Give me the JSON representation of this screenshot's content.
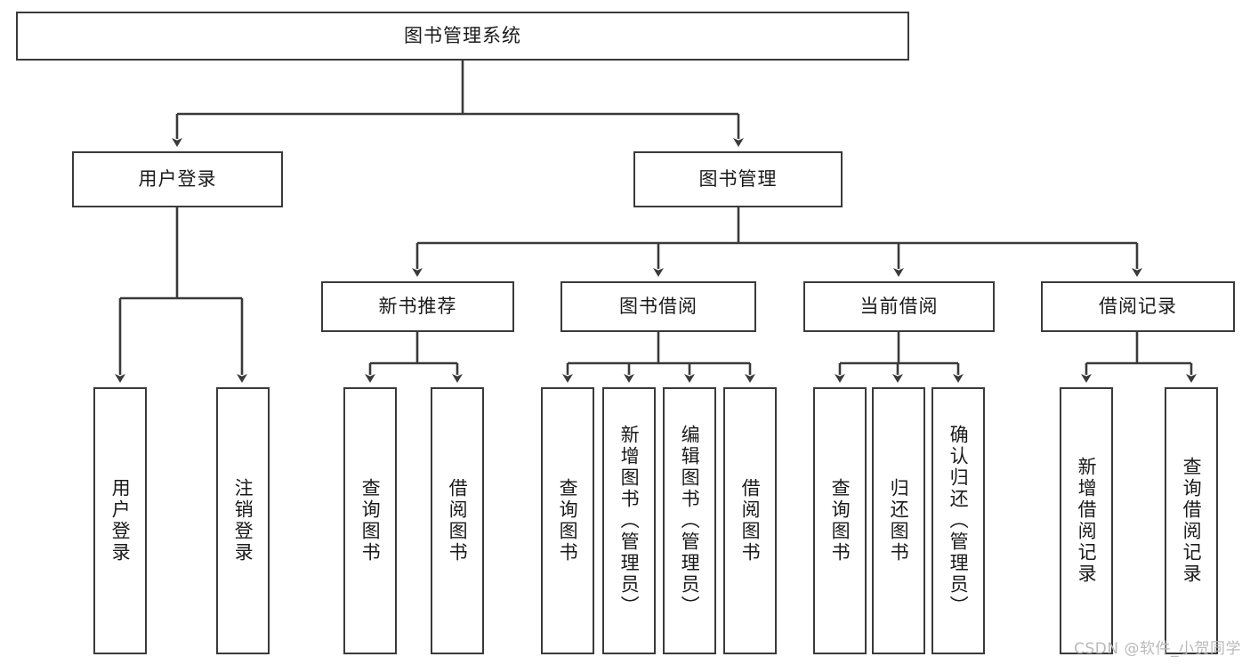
{
  "diagram": {
    "title": "图书管理系统",
    "type": "tree",
    "watermark": "CSDN @软件_小贺同学",
    "colors": {
      "box_border": "#3a3a3a",
      "box_fill": "#ffffff",
      "edge": "#3a3a3a",
      "text": "#1a1a1a",
      "watermark": "#b9b9b9"
    },
    "root": {
      "label": "图书管理系统",
      "orientation": "horizontal"
    },
    "level2": [
      {
        "label": "用户登录",
        "orientation": "horizontal"
      },
      {
        "label": "图书管理",
        "orientation": "horizontal"
      }
    ],
    "level3": [
      {
        "label": "新书推荐",
        "orientation": "horizontal",
        "parent": "图书管理"
      },
      {
        "label": "图书借阅",
        "orientation": "horizontal",
        "parent": "图书管理"
      },
      {
        "label": "当前借阅",
        "orientation": "horizontal",
        "parent": "图书管理"
      },
      {
        "label": "借阅记录",
        "orientation": "horizontal",
        "parent": "图书管理"
      }
    ],
    "leaves": {
      "用户登录": [
        {
          "label": "用户登录",
          "orientation": "vertical"
        },
        {
          "label": "注销登录",
          "orientation": "vertical"
        }
      ],
      "新书推荐": [
        {
          "label": "查询图书",
          "orientation": "vertical"
        },
        {
          "label": "借阅图书",
          "orientation": "vertical"
        }
      ],
      "图书借阅": [
        {
          "label": "查询图书",
          "orientation": "vertical"
        },
        {
          "label": "新增图书（管理员）",
          "orientation": "vertical"
        },
        {
          "label": "编辑图书（管理员）",
          "orientation": "vertical"
        },
        {
          "label": "借阅图书",
          "orientation": "vertical"
        }
      ],
      "当前借阅": [
        {
          "label": "查询图书",
          "orientation": "vertical"
        },
        {
          "label": "归还图书",
          "orientation": "vertical"
        },
        {
          "label": "确认归还（管理员）",
          "orientation": "vertical"
        }
      ],
      "借阅记录": [
        {
          "label": "新增借阅记录",
          "orientation": "vertical"
        },
        {
          "label": "查询借阅记录",
          "orientation": "vertical"
        }
      ]
    }
  }
}
